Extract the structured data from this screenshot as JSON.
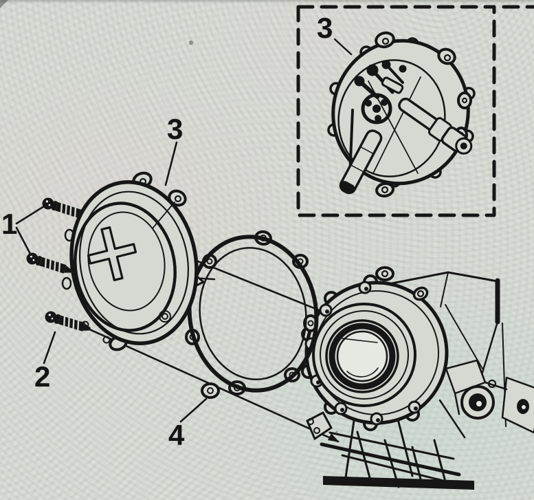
{
  "figure": {
    "kind": "exploded-parts-line-diagram",
    "background_color": "#d6d9d2",
    "line_color": "#161616",
    "callouts": {
      "one": "1",
      "two": "2",
      "three_main": "3",
      "three_inset": "3",
      "four": "4"
    }
  }
}
